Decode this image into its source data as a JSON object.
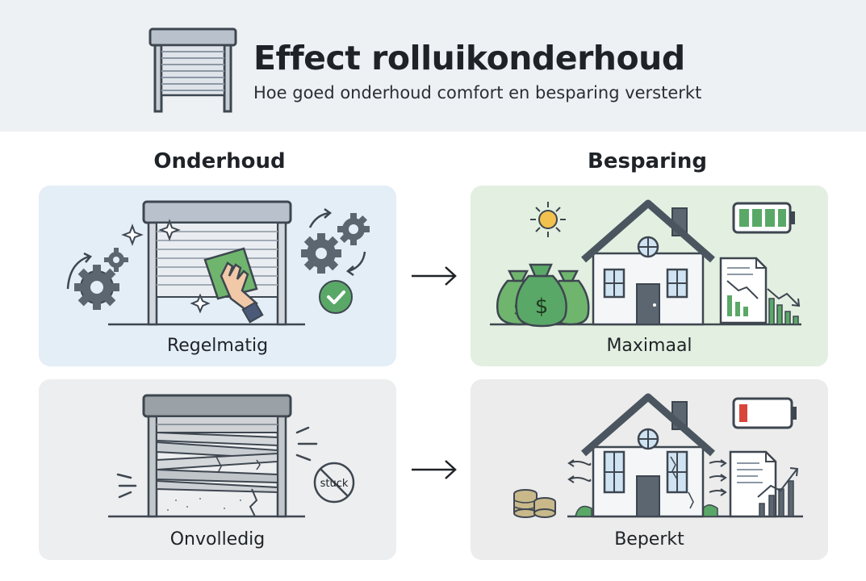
{
  "header": {
    "title": "Effect rolluikonderhoud",
    "subtitle": "Hoe goed onderhoud comfort en besparing versterkt",
    "icon": "roller-shutter-icon"
  },
  "columns": {
    "left": "Onderhoud",
    "right": "Besparing"
  },
  "rows": [
    {
      "maintenance_label": "Regelmatig",
      "savings_label": "Maximaal"
    },
    {
      "maintenance_label": "Onvolledig",
      "savings_label": "Beperkt"
    }
  ],
  "stuck_sign": {
    "text": "stuck"
  },
  "colors": {
    "header_bg": "#eef1f4",
    "blue_panel": "#e4eef7",
    "green_panel": "#e3f0e1",
    "grey_panel": "#eceeef",
    "accent_green": "#5aa867",
    "battery_red": "#d9453b",
    "stroke": "#3e4650"
  }
}
